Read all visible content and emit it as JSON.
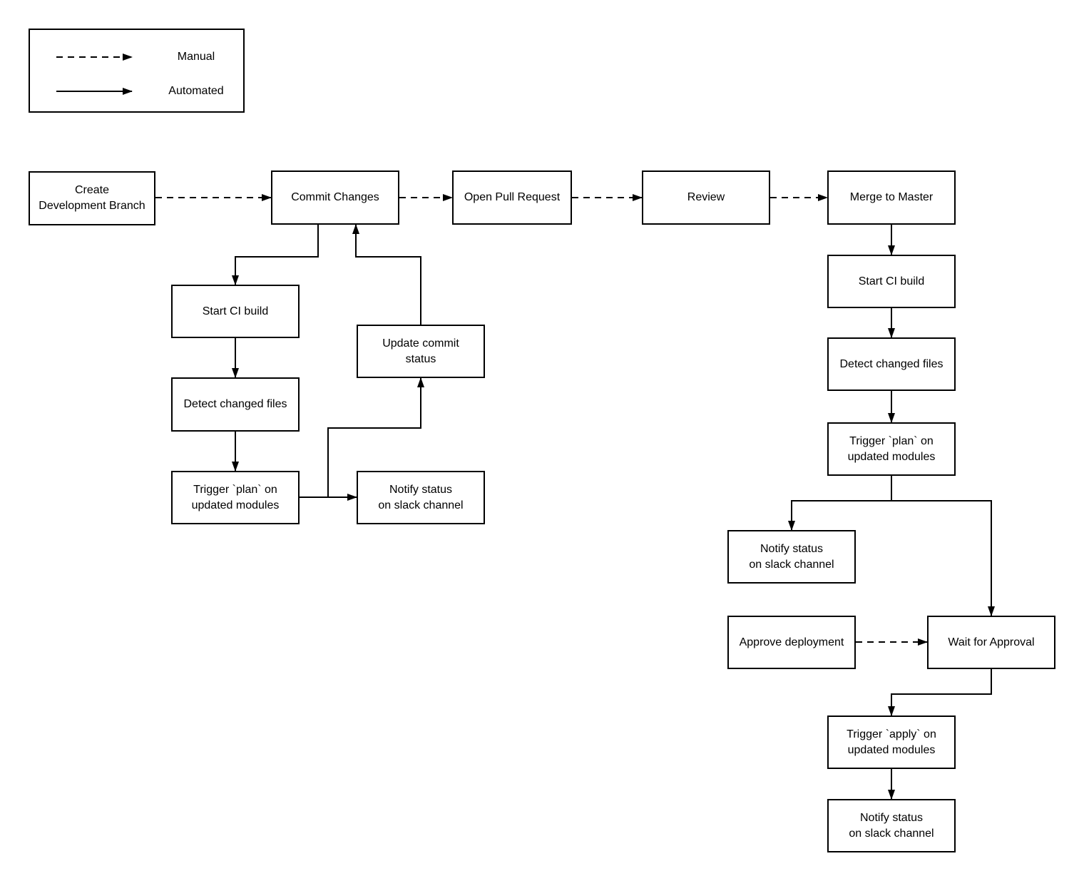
{
  "legend": {
    "items": [
      {
        "label": "Manual",
        "line_style": "dashed"
      },
      {
        "label": "Automated",
        "line_style": "solid"
      }
    ]
  },
  "nodes": {
    "create_development_branch": {
      "label": [
        "Create",
        "Development Branch"
      ]
    },
    "commit_changes": {
      "label": [
        "Commit Changes"
      ]
    },
    "open_pull_request": {
      "label": [
        "Open Pull Request"
      ]
    },
    "review": {
      "label": [
        "Review"
      ]
    },
    "merge_to_master": {
      "label": [
        "Merge to Master"
      ]
    },
    "start_ci_build_left": {
      "label": [
        "Start CI build"
      ]
    },
    "detect_changed_files_left": {
      "label": [
        "Detect changed files"
      ]
    },
    "trigger_plan_left": {
      "label": [
        "Trigger `plan` on",
        "updated modules"
      ]
    },
    "update_commit_status": {
      "label": [
        "Update commit",
        "status"
      ]
    },
    "notify_status_left": {
      "label": [
        "Notify status",
        "on slack channel"
      ]
    },
    "start_ci_build_right": {
      "label": [
        "Start CI build"
      ]
    },
    "detect_changed_files_right": {
      "label": [
        "Detect changed files"
      ]
    },
    "trigger_plan_right": {
      "label": [
        "Trigger `plan` on",
        "updated modules"
      ]
    },
    "notify_status_right": {
      "label": [
        "Notify status",
        "on slack channel"
      ]
    },
    "approve_deployment": {
      "label": [
        "Approve deployment"
      ]
    },
    "wait_for_approval": {
      "label": [
        "Wait for Approval"
      ]
    },
    "trigger_apply": {
      "label": [
        "Trigger `apply` on",
        "updated modules"
      ]
    },
    "notify_status_bottom": {
      "label": [
        "Notify status",
        "on slack channel"
      ]
    }
  },
  "edges": [
    {
      "from": "create_development_branch",
      "to": "commit_changes",
      "type": "manual"
    },
    {
      "from": "commit_changes",
      "to": "open_pull_request",
      "type": "manual"
    },
    {
      "from": "open_pull_request",
      "to": "review",
      "type": "manual"
    },
    {
      "from": "review",
      "to": "merge_to_master",
      "type": "manual"
    },
    {
      "from": "commit_changes",
      "to": "start_ci_build_left",
      "type": "automated"
    },
    {
      "from": "start_ci_build_left",
      "to": "detect_changed_files_left",
      "type": "automated"
    },
    {
      "from": "detect_changed_files_left",
      "to": "trigger_plan_left",
      "type": "automated"
    },
    {
      "from": "trigger_plan_left",
      "to": "notify_status_left",
      "type": "automated"
    },
    {
      "from": "trigger_plan_left",
      "to": "update_commit_status",
      "type": "automated"
    },
    {
      "from": "update_commit_status",
      "to": "commit_changes",
      "type": "automated"
    },
    {
      "from": "merge_to_master",
      "to": "start_ci_build_right",
      "type": "automated"
    },
    {
      "from": "start_ci_build_right",
      "to": "detect_changed_files_right",
      "type": "automated"
    },
    {
      "from": "detect_changed_files_right",
      "to": "trigger_plan_right",
      "type": "automated"
    },
    {
      "from": "trigger_plan_right",
      "to": "notify_status_right",
      "type": "automated"
    },
    {
      "from": "trigger_plan_right",
      "to": "wait_for_approval",
      "type": "automated"
    },
    {
      "from": "approve_deployment",
      "to": "wait_for_approval",
      "type": "manual"
    },
    {
      "from": "wait_for_approval",
      "to": "trigger_apply",
      "type": "automated"
    },
    {
      "from": "trigger_apply",
      "to": "notify_status_bottom",
      "type": "automated"
    }
  ],
  "colors": {
    "stroke": "#000000",
    "text": "#000000",
    "background": "#ffffff"
  }
}
